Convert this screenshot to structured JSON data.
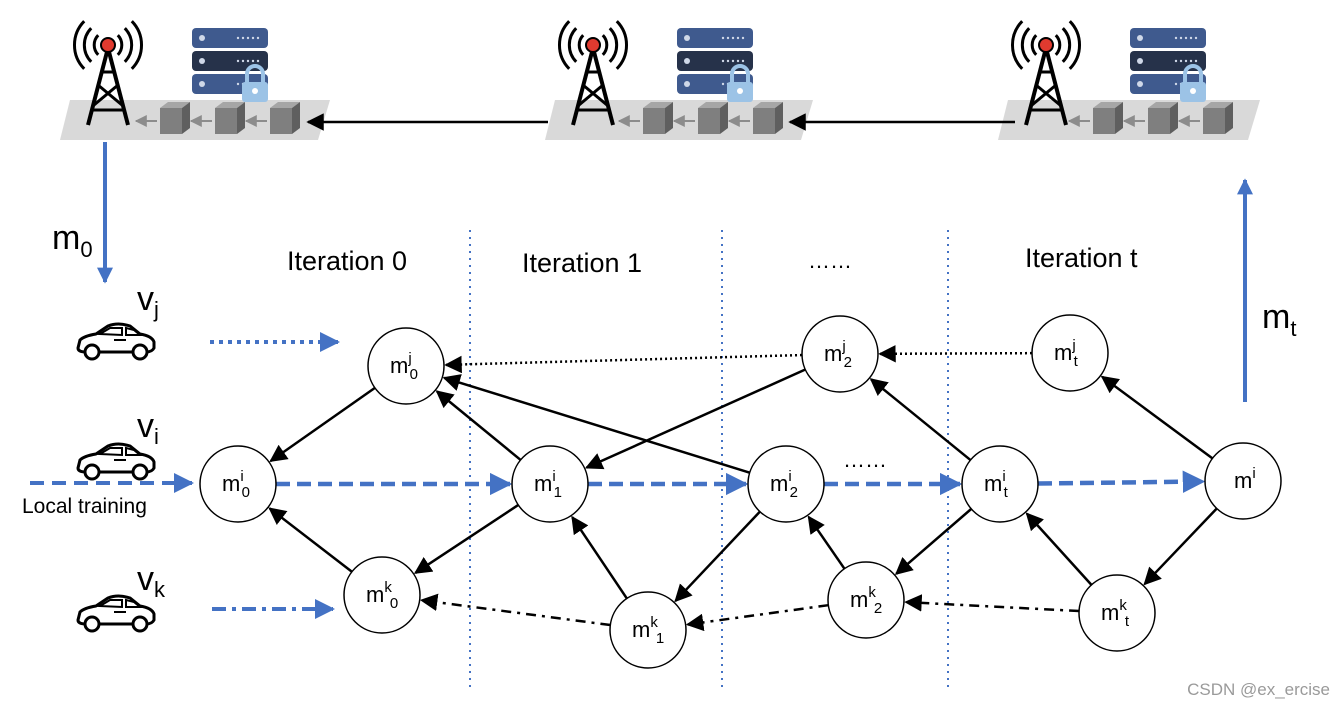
{
  "labels": {
    "m0_main": "m",
    "m0_sub": "0",
    "mt_main": "m",
    "mt_sub": "t",
    "vj_main": "v",
    "vj_sub": "j",
    "vi_main": "v",
    "vi_sub": "i",
    "vk_main": "v",
    "vk_sub": "k",
    "local_training": "Local training",
    "iter0": "Iteration 0",
    "iter1": "Iteration 1",
    "iter_dots": "……",
    "iter_t": "Iteration t",
    "mid_dots": "……"
  },
  "nodes": {
    "mj0": {
      "base": "m",
      "sup": "j",
      "sub": "0"
    },
    "mj2": {
      "base": "m",
      "sup": "j",
      "sub": "2"
    },
    "mjt": {
      "base": "m",
      "sup": "j",
      "sub": "t"
    },
    "mi0": {
      "base": "m",
      "sup": "i",
      "sub": "0"
    },
    "mi1": {
      "base": "m",
      "sup": "i",
      "sub": "1"
    },
    "mi2": {
      "base": "m",
      "sup": "i",
      "sub": "2"
    },
    "mit": {
      "base": "m",
      "sup": "i",
      "sub": "t"
    },
    "mi": {
      "base": "m",
      "sup": "i",
      "sub": ""
    },
    "mk0": {
      "base": "m",
      "sup": "k",
      "sub": "0"
    },
    "mk1": {
      "base": "m",
      "sup": "k",
      "sub": "1"
    },
    "mk2": {
      "base": "m",
      "sup": "k",
      "sub": "2"
    },
    "mkt": {
      "base": "m",
      "sup": "k",
      "sub": "t"
    }
  },
  "watermark": "CSDN @ex_ercise",
  "colors": {
    "accent_blue": "#4472C4",
    "server_blue": "#3F5A8E",
    "lock_blue": "#9CC3E6",
    "tower_red": "#E03A2F",
    "platform_gray": "#D9D9D9",
    "cube_gray": "#8C8C8C"
  },
  "icons": [
    "tower-icon",
    "server-rack-icon",
    "lock-icon",
    "car-icon",
    "cube-icon"
  ]
}
